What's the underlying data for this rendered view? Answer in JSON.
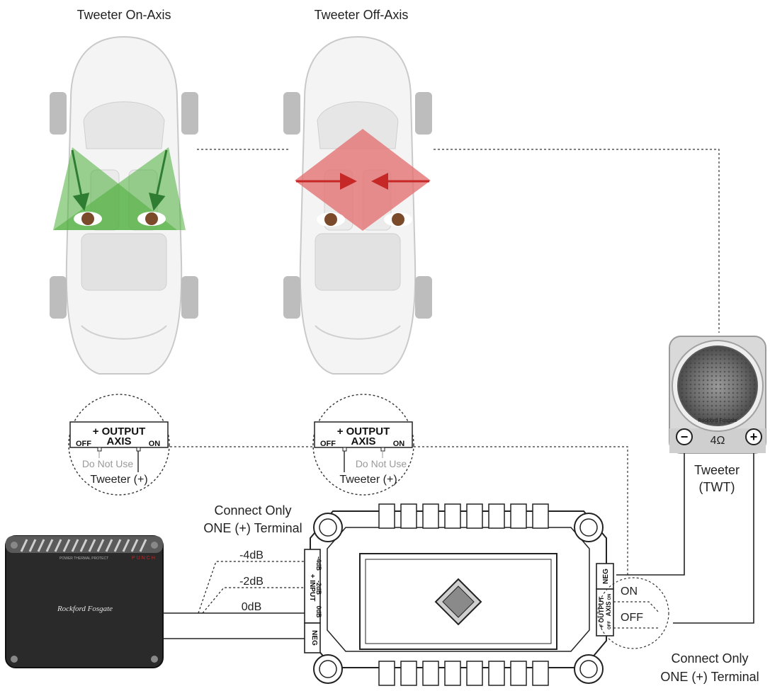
{
  "captions": {
    "on_axis": "Tweeter On-Axis",
    "off_axis": "Tweeter Off-Axis"
  },
  "callout_on": {
    "output": "+ OUTPUT",
    "axis": "AXIS",
    "off": "OFF",
    "on": "ON",
    "do_not_use": "Do Not Use",
    "tweeter": "Tweeter (+)"
  },
  "callout_off": {
    "output": "+ OUTPUT",
    "axis": "AXIS",
    "off": "OFF",
    "on": "ON",
    "do_not_use": "Do Not Use",
    "tweeter": "Tweeter (+)"
  },
  "input_note": [
    "Connect Only",
    "ONE (+) Terminal"
  ],
  "output_note": [
    "Connect Only",
    "ONE (+) Terminal"
  ],
  "gain_levels": [
    "-4dB",
    "-2dB",
    "0dB"
  ],
  "crossover": {
    "input_label": "+ INPUT",
    "input_terms": [
      "-4dB",
      "-2dB",
      "0dB"
    ],
    "neg_in": "NEG",
    "neg_out": "NEG",
    "output_label": "+ OUTPUT",
    "axis_label": "AXIS",
    "axis_off": "OFF",
    "axis_on": "ON",
    "out_on": "ON",
    "out_off": "OFF"
  },
  "tweeter": {
    "impedance": "4Ω",
    "neg_symbol": "−",
    "pos_symbol": "+",
    "brand": "Rockford Fosgate",
    "label": [
      "Tweeter",
      "(TWT)"
    ]
  },
  "amplifier": {
    "brand": "Rockford Fosgate",
    "series": "PUNCH",
    "indicators": "POWER   THERMAL   PROTECT"
  },
  "colors": {
    "on_axis_beam": "#4caf3a",
    "off_axis_beam": "#e57373",
    "arrow_green": "#2e7d32",
    "arrow_red": "#c62828",
    "amp_body": "#2a2a2a",
    "punch_red": "#cc2222"
  }
}
